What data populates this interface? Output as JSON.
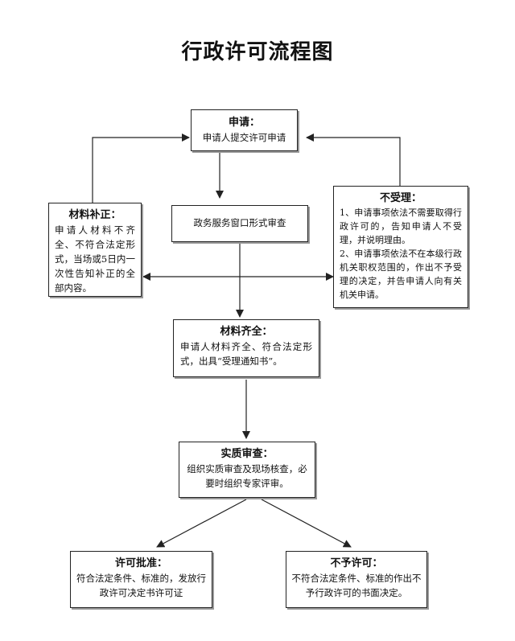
{
  "title": "行政许可流程图",
  "nodes": {
    "apply": {
      "head": "申请：",
      "body": "申请人提交许可申请"
    },
    "window_review": {
      "body": "政务服务窗口形式审查"
    },
    "supplement": {
      "head": "材料补正：",
      "body": "申请人材料不齐全、不符合法定形式，当场或5日内一次性告知补正的全部内容。"
    },
    "reject": {
      "head": "不受理：",
      "items": [
        "1、申请事项依法不需要取得行政许可的，告知申请人不受理，并说明理由。",
        "2、申请事项依法不在本级行政机关职权范围的，作出不予受理的决定，并告申请人向有关机关申请。"
      ]
    },
    "complete": {
      "head": "材料齐全：",
      "body": "申请人材料齐全、符合法定形式，出具“受理通知书”。"
    },
    "substantive": {
      "head": "实质审查：",
      "body": "组织实质审查及现场核查，必要时组织专家评审。"
    },
    "approve": {
      "head": "许可批准：",
      "body": "符合法定条件、标准的，发放行政许可决定书许可证"
    },
    "deny": {
      "head": "不予许可：",
      "body": "不符合法定条件、标准的作出不予行政许可的书面决定。"
    }
  },
  "line_color": "#222222"
}
